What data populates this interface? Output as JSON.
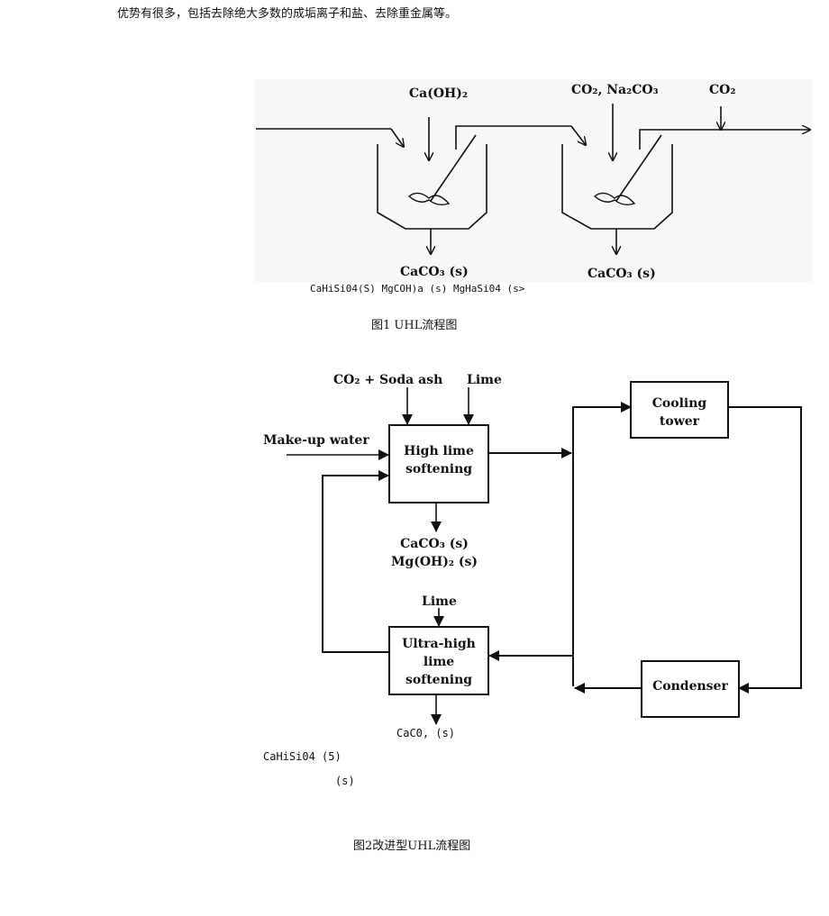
{
  "intro_text": "优势有很多，包括去除绝大多数的成垢离子和盐、去除重金属等。",
  "figure1": {
    "caption": "图1 UHL流程图",
    "inputs": {
      "reactor1": "Ca(OH)₂",
      "reactor2": "CO₂, Na₂CO₃",
      "outlet": "CO₂"
    },
    "outputs": {
      "reactor1": "CaCO₃ (s)",
      "reactor2": "CaCO₃ (s)"
    },
    "note": "CaHiSi04(S) MgCOH)a (s) MgHaSi04 (s>"
  },
  "figure2": {
    "caption": "图2改进型UHL流程图",
    "labels": {
      "co2_soda": "CO₂ + Soda ash",
      "lime_top": "Lime",
      "makeup": "Make-up water",
      "lime_mid": "Lime"
    },
    "boxes": {
      "high_lime": [
        "High lime",
        "softening"
      ],
      "ultra_high": [
        "Ultra-high",
        "lime",
        "softening"
      ],
      "cooling_tower": [
        "Cooling",
        "tower"
      ],
      "condenser": [
        "Condenser"
      ]
    },
    "outputs": {
      "high_lime_1": "CaCO₃ (s)",
      "high_lime_2": "Mg(OH)₂ (s)"
    },
    "notes": {
      "ultra_output": "CaC0, (s)",
      "line1": "CaHiSi04 (5)",
      "line2": "(s)"
    }
  }
}
